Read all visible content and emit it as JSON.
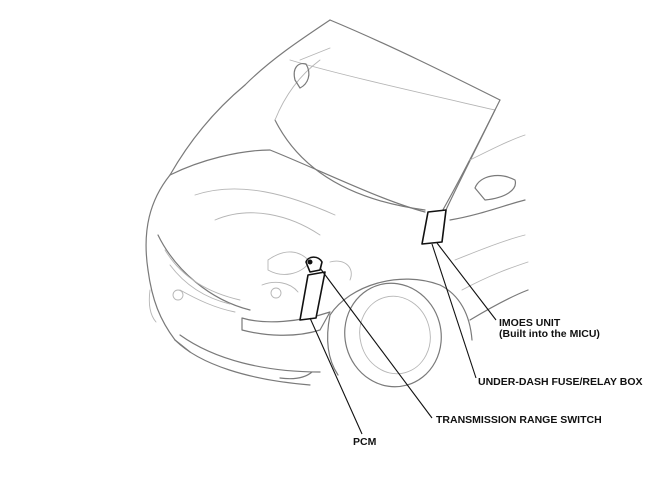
{
  "labels": {
    "imoes_unit": "IMOES UNIT",
    "imoes_note": "(Built into the MICU)",
    "under_dash_box": "UNDER-DASH FUSE/RELAY BOX",
    "transmission_range_switch": "TRANSMISSION RANGE SWITCH",
    "pcm": "PCM"
  }
}
